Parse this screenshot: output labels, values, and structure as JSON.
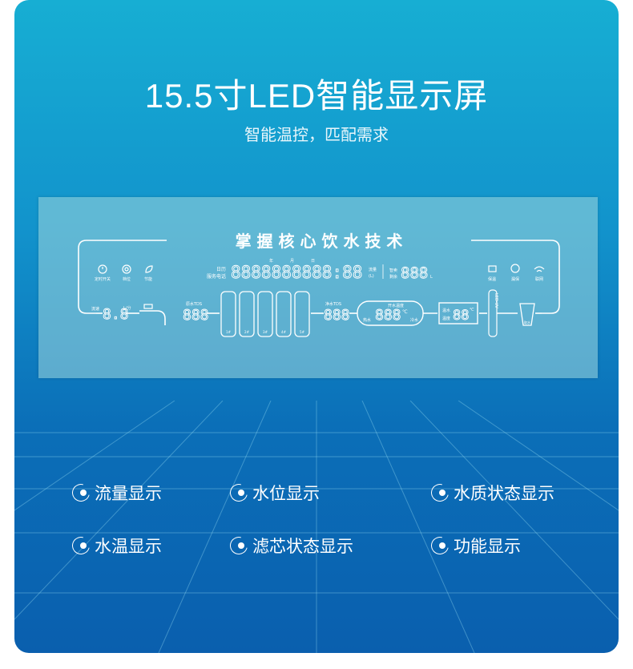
{
  "header": {
    "title": "15.5寸LED智能显示屏",
    "subtitle": "智能温控，匹配需求"
  },
  "panel": {
    "banner": "掌 握 核 心 饮 水 技 术",
    "top_icons": [
      {
        "label": "定时开关"
      },
      {
        "label": "档位"
      },
      {
        "label": "节能"
      }
    ],
    "right_icons": [
      {
        "label": "保温"
      },
      {
        "label": "漏保"
      },
      {
        "label": "联网"
      }
    ],
    "date_labels": [
      "年",
      "月",
      "日"
    ],
    "left_label_1": "日历",
    "left_label_2": "服务电话",
    "digits_main": "8888888888:88",
    "flow_label": "流量",
    "flow_unit": "(L)",
    "smart_label_1": "智卖",
    "smart_label_2": "剩余",
    "smart_digits": "888",
    "smart_unit": "L",
    "flow_rate_label": "流速",
    "flow_rate_digits": "8.8",
    "flow_rate_unit": "L/分",
    "raw_tds_label": "原水TDS",
    "raw_tds_digits": "888",
    "filter_labels": [
      "1#",
      "2#",
      "3#",
      "4#",
      "5#"
    ],
    "pure_tds_label": "净水TDS",
    "pure_tds_digits": "888",
    "boil_label": "开水温度",
    "boil_left": "热水",
    "boil_right": "冷水",
    "boil_digits": "888",
    "boil_unit": "℃",
    "heat_label_1": "温水",
    "heat_label_2": "温度",
    "heat_digits": "88",
    "heat_unit": "℃",
    "uv_label": "LED-UV",
    "cup_label": "取水"
  },
  "features": [
    {
      "label": "流量显示"
    },
    {
      "label": "水位显示"
    },
    {
      "label": "水质状态显示"
    },
    {
      "label": "水温显示"
    },
    {
      "label": "滤芯状态显示"
    },
    {
      "label": "功能显示"
    }
  ],
  "colors": {
    "accent": "#1293cc",
    "panel": "#9fd6db",
    "line": "#ffffff"
  }
}
